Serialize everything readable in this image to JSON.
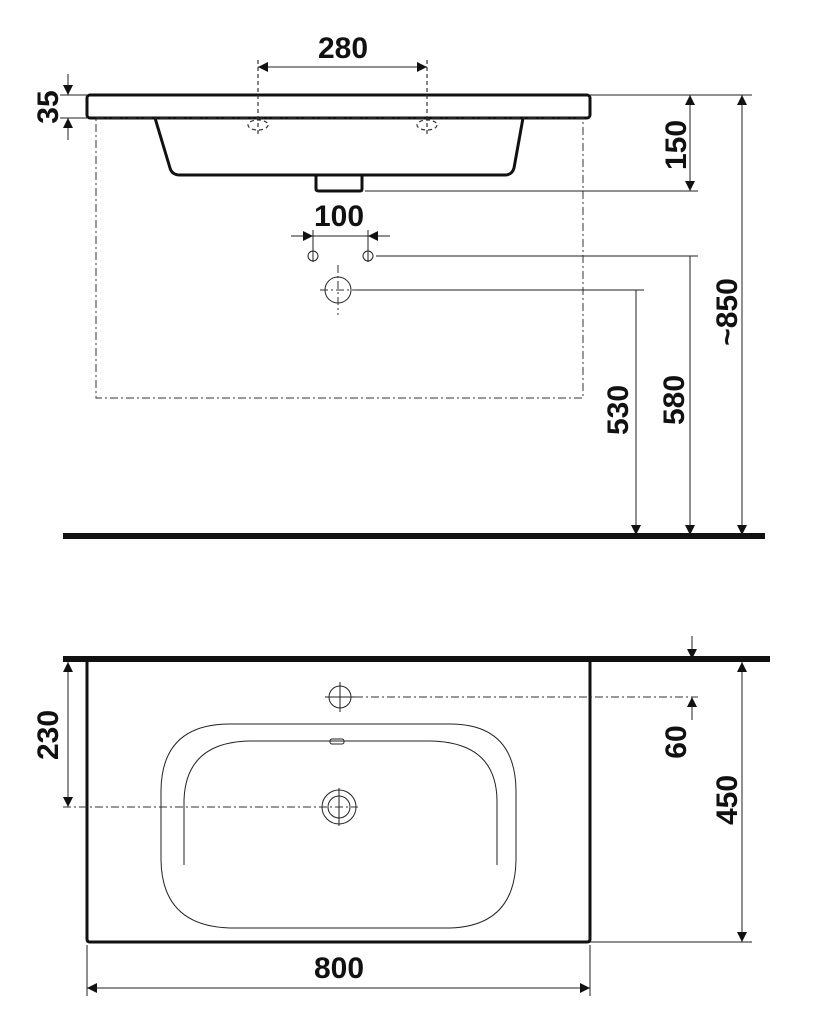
{
  "front_view": {
    "dim_tap_spacing": "280",
    "dim_rim_thickness": "35",
    "dim_bowl_depth": "150",
    "dim_hole_spacing": "100",
    "dim_total_height": "~850",
    "dim_supply_height": "580",
    "dim_waste_height": "530"
  },
  "top_view": {
    "dim_drain_from_wall": "230",
    "dim_tap_from_wall": "60",
    "dim_depth": "450",
    "dim_width": "800"
  }
}
